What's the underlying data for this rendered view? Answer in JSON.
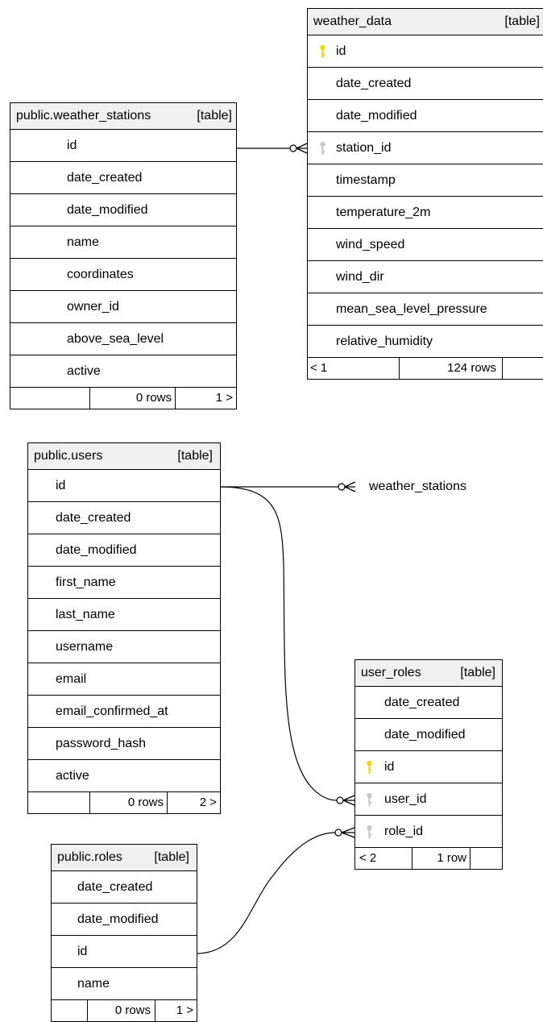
{
  "weather_data": {
    "name": "weather_data",
    "tag": "[table]",
    "columns": [
      "id",
      "date_created",
      "date_modified",
      "station_id",
      "timestamp",
      "temperature_2m",
      "wind_speed",
      "wind_dir",
      "mean_sea_level_pressure",
      "relative_humidity"
    ],
    "footer": {
      "left": "< 1",
      "rows": "124 rows"
    }
  },
  "weather_stations": {
    "name": "public.weather_stations",
    "tag": "[table]",
    "columns": [
      "id",
      "date_created",
      "date_modified",
      "name",
      "coordinates",
      "owner_id",
      "above_sea_level",
      "active"
    ],
    "footer": {
      "rows": "0 rows",
      "right": "1 >"
    }
  },
  "users": {
    "name": "public.users",
    "tag": "[table]",
    "columns": [
      "id",
      "date_created",
      "date_modified",
      "first_name",
      "last_name",
      "username",
      "email",
      "email_confirmed_at",
      "password_hash",
      "active"
    ],
    "footer": {
      "rows": "0 rows",
      "right": "2 >"
    }
  },
  "user_roles": {
    "name": "user_roles",
    "tag": "[table]",
    "columns": [
      "date_created",
      "date_modified",
      "id",
      "user_id",
      "role_id"
    ],
    "footer": {
      "left": "< 2",
      "rows": "1 row"
    }
  },
  "roles": {
    "name": "public.roles",
    "tag": "[table]",
    "columns": [
      "date_created",
      "date_modified",
      "id",
      "name"
    ],
    "footer": {
      "rows": "0 rows",
      "right": "1 >"
    }
  },
  "external_link_label": "weather_stations",
  "colors": {
    "primary_key": "#f2d600",
    "foreign_key": "#c8c8c8",
    "header_bg": "#f0f0f0"
  }
}
